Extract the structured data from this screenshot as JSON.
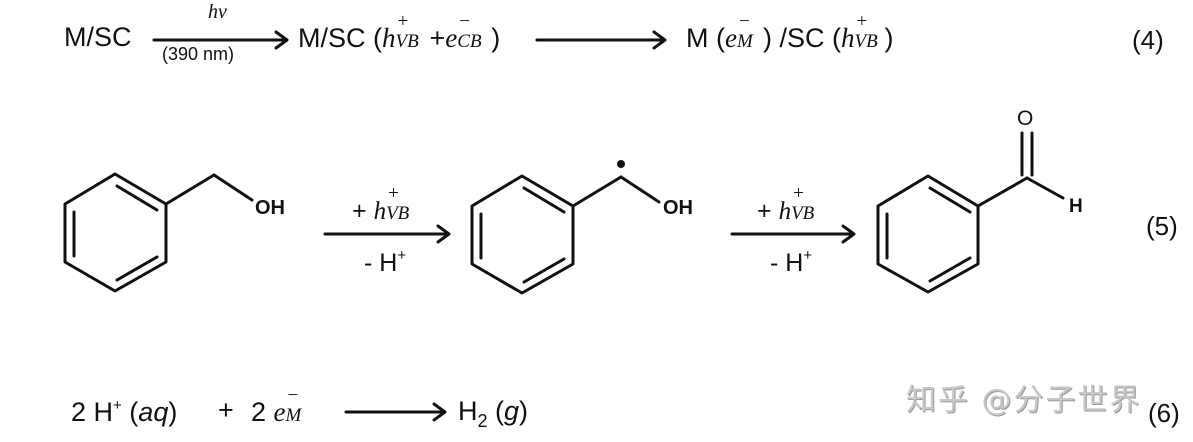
{
  "equations": [
    {
      "number": "(4)",
      "reactant": "M/SC",
      "arrow1": {
        "above": "hv",
        "below": "(390 nm)"
      },
      "intermediate": {
        "prefix": "M/SC (",
        "h": "h",
        "h_sup": "+",
        "h_sub": "VB",
        "plus": "+",
        "e": "e",
        "e_sup": "−",
        "e_sub": "CB",
        "suffix": ")"
      },
      "product": {
        "m": "M (",
        "e": "e",
        "e_sup": "−",
        "e_sub": "M",
        "mid": ") /SC (",
        "h": "h",
        "h_sup": "+",
        "h_sub": "VB",
        "suffix": ")"
      }
    },
    {
      "number": "(5)",
      "molecules": [
        {
          "name": "benzyl alcohol",
          "label": "OH"
        },
        {
          "name": "hydroxybenzyl radical",
          "label": "OH",
          "radical": "•"
        },
        {
          "name": "benzaldehyde",
          "label_o": "O",
          "label_h": "H"
        }
      ],
      "arrows": [
        {
          "above_plus": "+",
          "above_h": "h",
          "above_sup": "+",
          "above_sub": "VB",
          "below": "- H",
          "below_sup": "+"
        },
        {
          "above_plus": "+",
          "above_h": "h",
          "above_sup": "+",
          "above_sub": "VB",
          "below": "- H",
          "below_sup": "+"
        }
      ]
    },
    {
      "number": "(6)",
      "left1": "2 H",
      "left1_sup": "+",
      "left1_state_open": " (",
      "left1_state": "aq",
      "left1_state_close": ")",
      "plus": "+",
      "left2_coef": "2 ",
      "left2_e": "e",
      "left2_sup": "−",
      "left2_sub": "M",
      "product": "H",
      "product_sub": "2",
      "product_state_open": " (",
      "product_state": "g",
      "product_state_close": ")"
    }
  ],
  "watermark": "知乎 @分子世界"
}
